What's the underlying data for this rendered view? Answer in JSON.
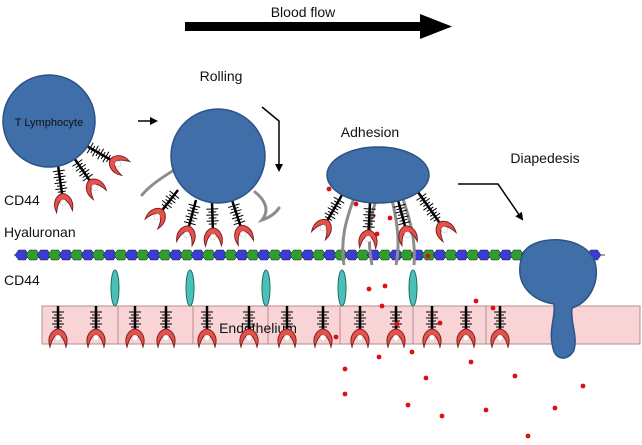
{
  "labels": {
    "blood_flow": "Blood flow",
    "rolling": "Rolling",
    "adhesion": "Adhesion",
    "diapedesis": "Diapedesis",
    "t_lymphocyte": "T Lymphocyte",
    "cd44_upper": "CD44",
    "hyaluronan": "Hyaluronan",
    "cd44_lower": "CD44",
    "endothelium": "Endothelium"
  },
  "colors": {
    "cell": "#3f6ea8",
    "cell_stroke": "#2d5387",
    "receptor_red": "#e8504a",
    "endothelium_fill": "#f8d4d6",
    "endothelium_stroke": "#b98c8e",
    "ha_blue": "#3b3bd6",
    "ha_green": "#2e9e2e",
    "selectin_teal": "#49c1b6",
    "droplet_red": "#dd1010",
    "tether_gray": "#8c8c8c"
  }
}
